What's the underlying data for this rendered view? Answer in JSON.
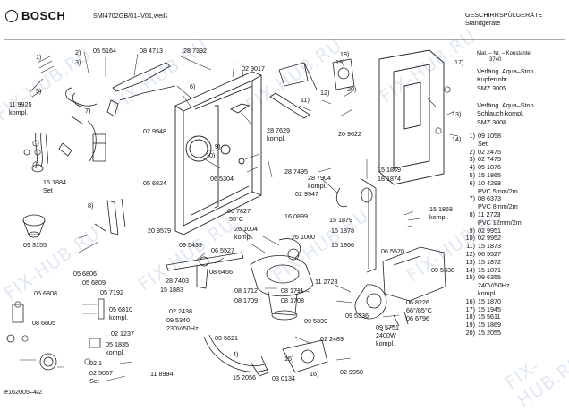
{
  "header": {
    "brand": "BOSCH",
    "model": "SMI4702GB/01–V01,weiß",
    "title": "GESCHIRRSPÜLGERÄTE",
    "subtitle": "Standgeräte"
  },
  "material_note": {
    "line1": "Mat. – Nr. – Konstante",
    "line2": "3740"
  },
  "notes": [
    [
      "Verläng. Aqua–Stop",
      "Kupferrohr",
      "SMZ 3005"
    ],
    [
      "Verläng. Aqua–Stop",
      "Schlauch kompl.",
      "SMZ 3008"
    ]
  ],
  "legend": [
    {
      "n": "1)",
      "v": "09 1058"
    },
    {
      "n": "",
      "v": "Set"
    },
    {
      "n": "2)",
      "v": "02 2475"
    },
    {
      "n": "3)",
      "v": "02 7475"
    },
    {
      "n": "4)",
      "v": "05 1876"
    },
    {
      "n": "5)",
      "v": "15 1865"
    },
    {
      "n": "6)",
      "v": "10 4298"
    },
    {
      "n": "",
      "v": "PVC 5mm/2m"
    },
    {
      "n": "7)",
      "v": "08 6373"
    },
    {
      "n": "",
      "v": "PVC 8mm/2m"
    },
    {
      "n": "8)",
      "v": "11 2723"
    },
    {
      "n": "",
      "v": "PVC 12mm/2m"
    },
    {
      "n": "9)",
      "v": "02 9951"
    },
    {
      "n": "10)",
      "v": "02 9952"
    },
    {
      "n": "11)",
      "v": "15 1873"
    },
    {
      "n": "12)",
      "v": "06 5527"
    },
    {
      "n": "13)",
      "v": "15 1872"
    },
    {
      "n": "14)",
      "v": "15 1871"
    },
    {
      "n": "15)",
      "v": "09 6355"
    },
    {
      "n": "",
      "v": "240V/50Hz"
    },
    {
      "n": "",
      "v": "kompl."
    },
    {
      "n": "16)",
      "v": "15 1870"
    },
    {
      "n": "17)",
      "v": "15 1945"
    },
    {
      "n": "18)",
      "v": "15 5611"
    },
    {
      "n": "19)",
      "v": "15 1869"
    },
    {
      "n": "20)",
      "v": "15 2055"
    }
  ],
  "labels": {
    "p055164": "05 5164",
    "p084713": "08 4713",
    "p287392": "28 7392",
    "p029017": "02 9017",
    "p119925": "11 9925",
    "kompl1": "kompl.",
    "p029948": "02 9948",
    "p287629": "28 7629",
    "kompl2": "kompl.",
    "p209622": "20 9622",
    "p151869": "15 1869",
    "p181874": "18 1874",
    "p151884": "15 1884",
    "set1": "Set",
    "p056824": "05 6824",
    "p065304": "06 5304",
    "p287495": "28 7495",
    "p287904": "28 7904",
    "kompl3": "kompl.",
    "p029947": "02 9947",
    "p151868": "15 1868",
    "kompl4": "kompl.",
    "p067827": "06 7827",
    "c55": "55°C",
    "p160899": "16 0899",
    "p209579": "20 9579",
    "p093155": "09 3155",
    "p095439": "09 5439",
    "p261004": "26 1004",
    "kompl5": "kompl.",
    "p261000": "26 1000",
    "p151879": "15 1879",
    "p151878": "15 1878",
    "p065527": "06 5527",
    "p151866": "15 1866",
    "p065570": "06 5570",
    "p095338": "09 5338",
    "p056806": "05 6806",
    "p056809": "05 6809",
    "p056808": "05 6808",
    "p057192": "05 7192",
    "p287403": "28 7403",
    "p086466": "08 6466",
    "p151883": "15 1883",
    "p112728": "11 2728",
    "p056810": "05 6810",
    "kompl6": "kompl.",
    "p086805": "08 6805",
    "p081712": "08 1712",
    "p081711": "08 1711",
    "p081709": "08 1709",
    "p081708": "08 1708",
    "p022438": "02 2438",
    "p095340": "09 5340",
    "v230": "230V/50Hz",
    "p068226": "06 8226",
    "c6685": "66°/85°C",
    "p066796": "06 6796",
    "p095336": "09 5336",
    "p095339": "09 5339",
    "p095751": "09 5751",
    "w2400": "2400W",
    "kompl7": "kompl.",
    "p021237": "02 1237",
    "p095621": "09 5621",
    "p022489": "02 2489",
    "p051835": "05 1835",
    "kompl8": "kompl.",
    "p021": "02 1",
    "p052067": "02 5067",
    "set2": "Set",
    "p118994": "11 8994",
    "p152056": "15 2056",
    "p030134": "03 0134",
    "p029950": "02 9950",
    "c1": "1)",
    "c2": "2)",
    "c3": "3)",
    "c4": "4)",
    "c5": "5)",
    "c6": "6)",
    "c7": "7)",
    "c8": "8)",
    "c9": "9)",
    "c10": "10)",
    "c11": "11)",
    "c12": "12)",
    "c13": "13)",
    "c14": "14)",
    "c15": "15)",
    "c16": "16)",
    "c17": "17)",
    "c18": "18)",
    "c19": "19)",
    "c20": "20)"
  },
  "footer": {
    "code": "e162005–4/2"
  },
  "watermark": "FIX-HUB.RU"
}
